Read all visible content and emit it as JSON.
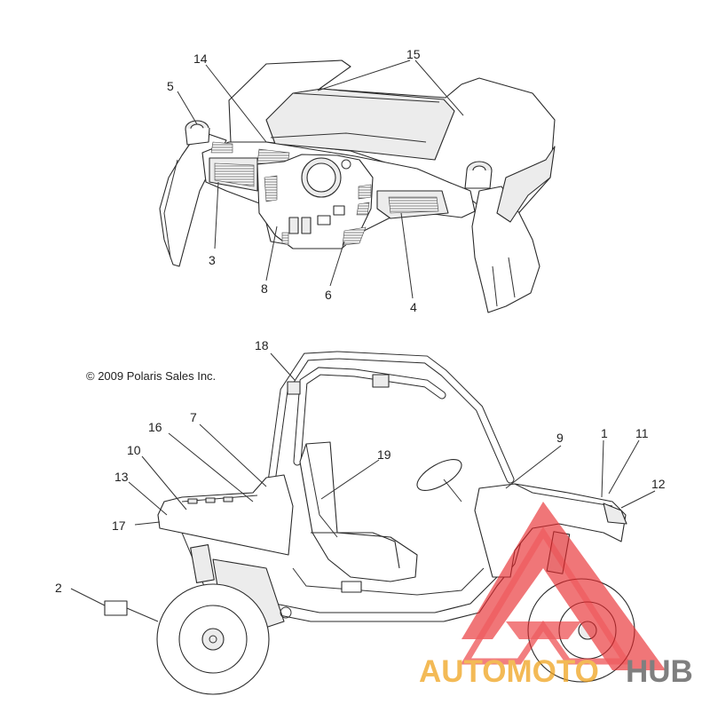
{
  "copyright": "© 2009 Polaris Sales Inc.",
  "callouts": {
    "c1": "1",
    "c2": "2",
    "c3": "3",
    "c4": "4",
    "c5": "5",
    "c6": "6",
    "c7": "7",
    "c8": "8",
    "c9": "9",
    "c10": "10",
    "c11": "11",
    "c12": "12",
    "c13": "13",
    "c14": "14",
    "c15": "15",
    "c16": "16",
    "c17": "17",
    "c18": "18",
    "c19": "19"
  },
  "watermark": {
    "part1": "AUTOMOTO",
    "part2": "HUB",
    "color_primary": "#f0a31e",
    "color_secondary": "#555555",
    "color_logo": "#e8282c"
  },
  "icons": {
    "dash_view": "dashboard-decal-diagram",
    "side_view": "vehicle-side-decal-diagram",
    "watermark_logo": "triangle-logo"
  }
}
